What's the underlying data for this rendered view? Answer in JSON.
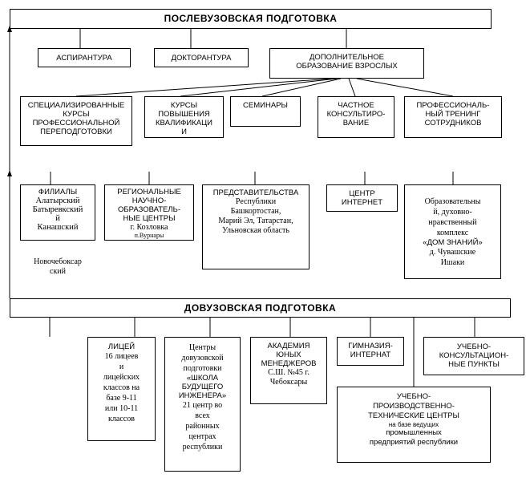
{
  "top": {
    "title": "ПОСЛЕВУЗОВСКАЯ ПОДГОТОВКА"
  },
  "level1": {
    "aspirantura": "АСПИРАНТУРА",
    "doktorantura": "ДОКТОРАНТУРА",
    "dop_line1": "ДОПОЛНИТЕЛЬНОЕ",
    "dop_line2": "ОБРАЗОВАНИЕ ВЗРОСЛЫХ"
  },
  "level2": {
    "spec": [
      "СПЕЦИАЛИЗИРОВАННЫЕ",
      "КУРСЫ",
      "ПРОФЕССИОНАЛЬНОЙ",
      "ПЕРЕПОДГОТОВКИ"
    ],
    "kursy": [
      "КУРСЫ",
      "ПОВЫШЕНИЯ",
      "КВАЛИФИКАЦИ",
      "И"
    ],
    "seminary": "СЕМИНАРЫ",
    "chastnoe": [
      "ЧАСТНОЕ",
      "КОНСУЛЬТИРО-",
      "ВАНИЕ"
    ],
    "trening": [
      "ПРОФЕССИОНАЛЬ-",
      "НЫЙ ТРЕНИНГ",
      "СОТРУДНИКОВ"
    ]
  },
  "level3": {
    "filialy": [
      "ФИЛИАЛЫ",
      "Алатырский",
      "Батыревкский",
      "й",
      "Канашский"
    ],
    "filialy_extra": [
      "Новочебоксар",
      "ский"
    ],
    "regional": [
      "РЕГИОНАЛЬНЫЕ",
      "НАУЧНО-",
      "ОБРАЗОВАТЕЛЬ-",
      "НЫЕ ЦЕНТРЫ",
      "г. Козловка"
    ],
    "regional_small": "п.Вурнары",
    "predst": [
      "ПРЕДСТАВИТЕЛЬСТВА",
      "Республики",
      "Башкортостан,",
      "Марий Эл, Татарстан,",
      "Ульновская область"
    ],
    "centr_internet": [
      "ЦЕНТР",
      "ИНТЕРНЕТ"
    ],
    "dom_znaniy": [
      "Образовательны",
      "й, духовно-",
      "нравственный",
      "комплекс",
      "«ДОМ ЗНАНИЙ»",
      "д. Чувашские",
      "Ишаки"
    ]
  },
  "bottom": {
    "title": "ДОВУЗОВСКАЯ ПОДГОТОВКА"
  },
  "level4": {
    "licey": [
      "ЛИЦЕЙ",
      "16 лицеев",
      "и",
      "лицейских",
      "классов на",
      "базе 9-11",
      "или 10-11",
      "классов"
    ],
    "centry": [
      "Центры",
      "довузовской",
      "подготовки",
      "«ШКОЛА",
      "БУДУЩЕГО",
      "ИНЖЕНЕРА»",
      "21 центр во",
      "всех",
      "районных",
      "центрах",
      "республики"
    ],
    "akademiya": [
      "АКАДЕМИЯ",
      "ЮНЫХ",
      "МЕНЕДЖЕРОВ",
      "С.Ш. №45 г.",
      "Чебоксары"
    ],
    "gimnaziya": [
      "ГИМНАЗИЯ-",
      "ИНТЕРНАТ"
    ],
    "uchebno_konsult": [
      "УЧЕБНО-",
      "КОНСУЛЬТАЦИОН-",
      "НЫЕ ПУНКТЫ"
    ],
    "uchebno_proizv": [
      "УЧЕБНО-",
      "ПРОИЗВОДСТВЕННО-",
      "ТЕХНИЧЕСКИЕ ЦЕНТРЫ"
    ],
    "uchebno_proizv_small": [
      "на базе ведущих",
      "промышленных",
      "предприятий республики"
    ]
  }
}
